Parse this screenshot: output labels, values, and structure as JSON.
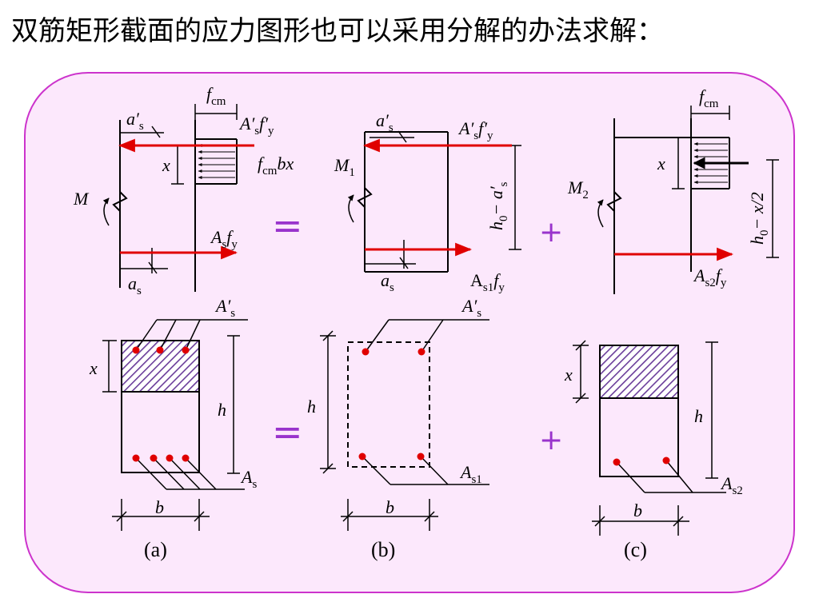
{
  "title": "双筋矩形截面的应力图形也可以采用分解的办法求解：",
  "colors": {
    "panel_border": "#cc33cc",
    "panel_fill": "#fce8fc",
    "force_arrow": "#e00000",
    "rebar": "#e00000",
    "operator": "#9933cc",
    "hatch": "#6a3d9a"
  },
  "operators": {
    "equals": "=",
    "plus": "+"
  },
  "labels": {
    "a_prime": "a′",
    "a_s": "a",
    "sub_s": "s",
    "f_cm": "f",
    "sub_cm": "cm",
    "comp_force": "A′",
    "fy_prime": "f′",
    "sub_y": "y",
    "concrete_force": "f",
    "bx": "bx",
    "x": "x",
    "M": "M",
    "M1": "M",
    "sub_1": "1",
    "M2": "M",
    "sub_2": "2",
    "tension_force": "A",
    "fy": "f",
    "h0_minus_a": "h",
    "sub_0": "0",
    "minus_a_prime": "− a′",
    "h0_minus_x2": "h",
    "minus_x2": "− x/2",
    "As1_force": "A",
    "sub_s1": "s1",
    "As2_force": "A",
    "sub_s2": "s2",
    "As_prime": "A′",
    "As": "A",
    "As1": "A",
    "As2": "A",
    "h": "h",
    "b": "b"
  },
  "captions": {
    "a": "(a)",
    "b": "(b)",
    "c": "(c)"
  }
}
